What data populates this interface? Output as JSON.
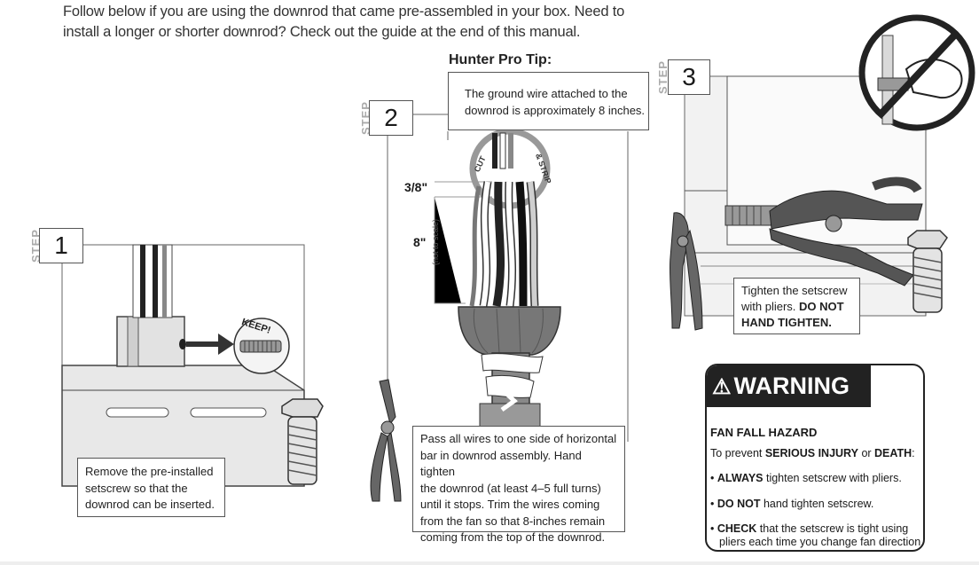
{
  "intro": {
    "line1": "Follow below if you are using the downrod that came pre-assembled in your box. Need to",
    "line2": "install a longer or shorter downrod? Check out the guide at the end of this manual."
  },
  "step_label": "STEP",
  "step1": {
    "number": "1",
    "keep_label": "KEEP!",
    "note": [
      "Remove the pre-installed",
      "setscrew so that the",
      "downrod can be inserted."
    ]
  },
  "step2": {
    "number": "2",
    "tip_title": "Hunter Pro Tip:",
    "tip": [
      "The ground wire attached to the",
      "downrod is approximately 8 inches."
    ],
    "cut_label": "CUT",
    "strip_label": "& STRIP",
    "dim_small": "3/8\"",
    "dim_large": "8\"",
    "not_to_scale": "(not to scale)",
    "note": [
      "Pass all wires to one side of horizontal",
      "bar in downrod assembly. Hand tighten",
      "the downrod (at least 4–5 full turns)",
      "until it stops. Trim the wires coming",
      "from the fan so that 8-inches remain",
      "coming from the top of the downrod."
    ]
  },
  "step3": {
    "number": "3",
    "note_line1": "Tighten the setscrew",
    "note_line2a": "with pliers. ",
    "note_line2b": "DO NOT",
    "note_line3": "HAND TIGHTEN."
  },
  "warning": {
    "title": "WARNING",
    "hazard": "FAN FALL HAZARD",
    "prevent_pre": "To prevent ",
    "prevent_b1": "SERIOUS INJURY",
    "prevent_mid": " or ",
    "prevent_b2": "DEATH",
    "prevent_end": ":",
    "item1_b": "ALWAYS",
    "item1": " tighten setscrew with pliers.",
    "item2_b": "DO NOT",
    "item2": " hand tighten setscrew.",
    "item3_b": "CHECK",
    "item3": " that the setscrew is tight using",
    "item3_line2": "pliers each time you change fan direction."
  },
  "icons": [
    "warning-triangle-icon",
    "fan-fall-icon",
    "no-hand-icon",
    "pliers-icon",
    "setscrew-icon"
  ]
}
